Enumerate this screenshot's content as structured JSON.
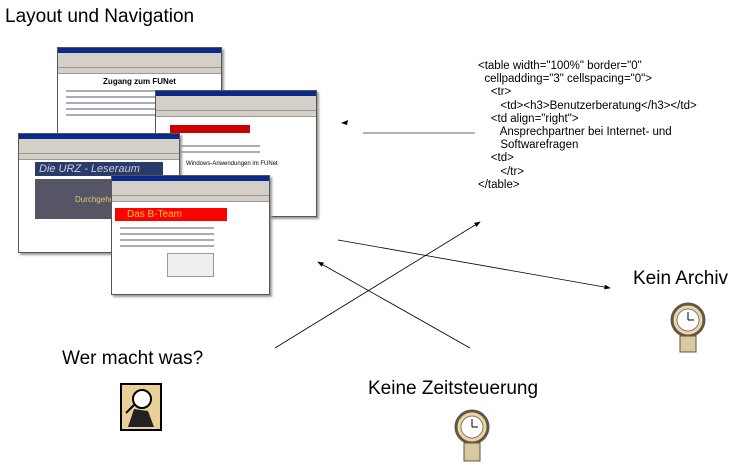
{
  "labels": {
    "layout": "Layout und Navigation",
    "kein_archiv": "Kein Archiv",
    "wer_macht_was": "Wer macht was?",
    "keine_zeitsteuerung": "Keine Zeitsteuerung"
  },
  "screenshots": {
    "zugang": "Zugang zum FUNet",
    "urz": "Die URZ - Leseraum",
    "b_team": "Das B-Team",
    "durchgehend": "Durchgehend",
    "windows": "Windows-Anwendungen im FUNet"
  },
  "code_lines": [
    "<table width=\"100%\" border=\"0\"",
    "  cellpadding=\"3\" cellspacing=\"0\">",
    "    <tr>",
    "       <td><h3>Benutzerberatung</h3></td>",
    "    <td align=\"right\">",
    "       Ansprechpartner bei Internet- und",
    "       Softwarefragen",
    "    <td>",
    "       </tr>",
    "</table>"
  ]
}
